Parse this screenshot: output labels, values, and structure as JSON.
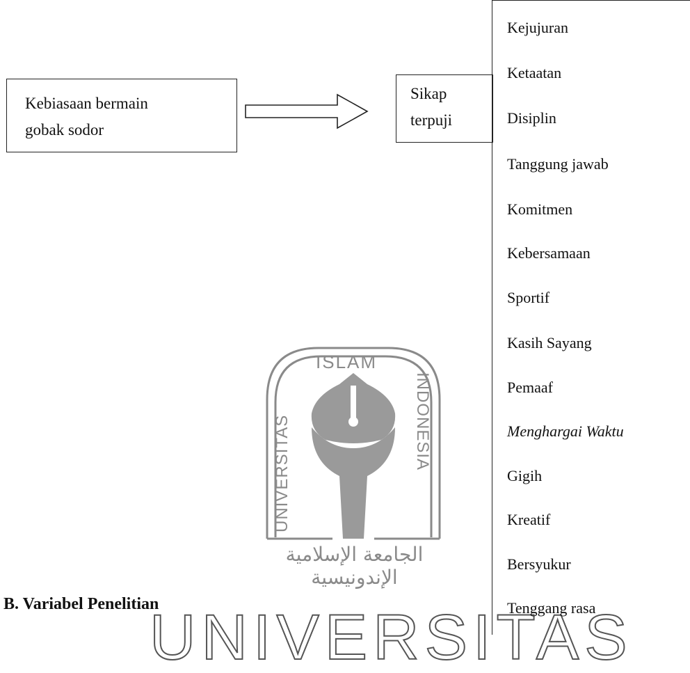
{
  "source_box": {
    "line1": "Kebiasaan bermain",
    "line2": "gobak sodor"
  },
  "target_box": {
    "line1": "Sikap",
    "line2": "terpuji"
  },
  "attitudes": [
    "Kejujuran",
    "Ketaatan",
    "Disiplin",
    "Tanggung jawab",
    "Komitmen",
    "Kebersamaan",
    "Sportif",
    "Kasih Sayang",
    "Pemaaf",
    "Menghargai Waktu",
    "Gigih",
    "Kreatif",
    "Bersyukur",
    "Tenggang rasa"
  ],
  "watermark": {
    "top": "ISLAM",
    "left": "UNIVERSITAS",
    "right": "INDONESIA",
    "bottom_large": "UNIVERSITAS",
    "arabic": "الجامعة الإسلامية الإندونيسية",
    "color": "#8a8a8a"
  },
  "section_heading": "B. Variabel Penelitian"
}
